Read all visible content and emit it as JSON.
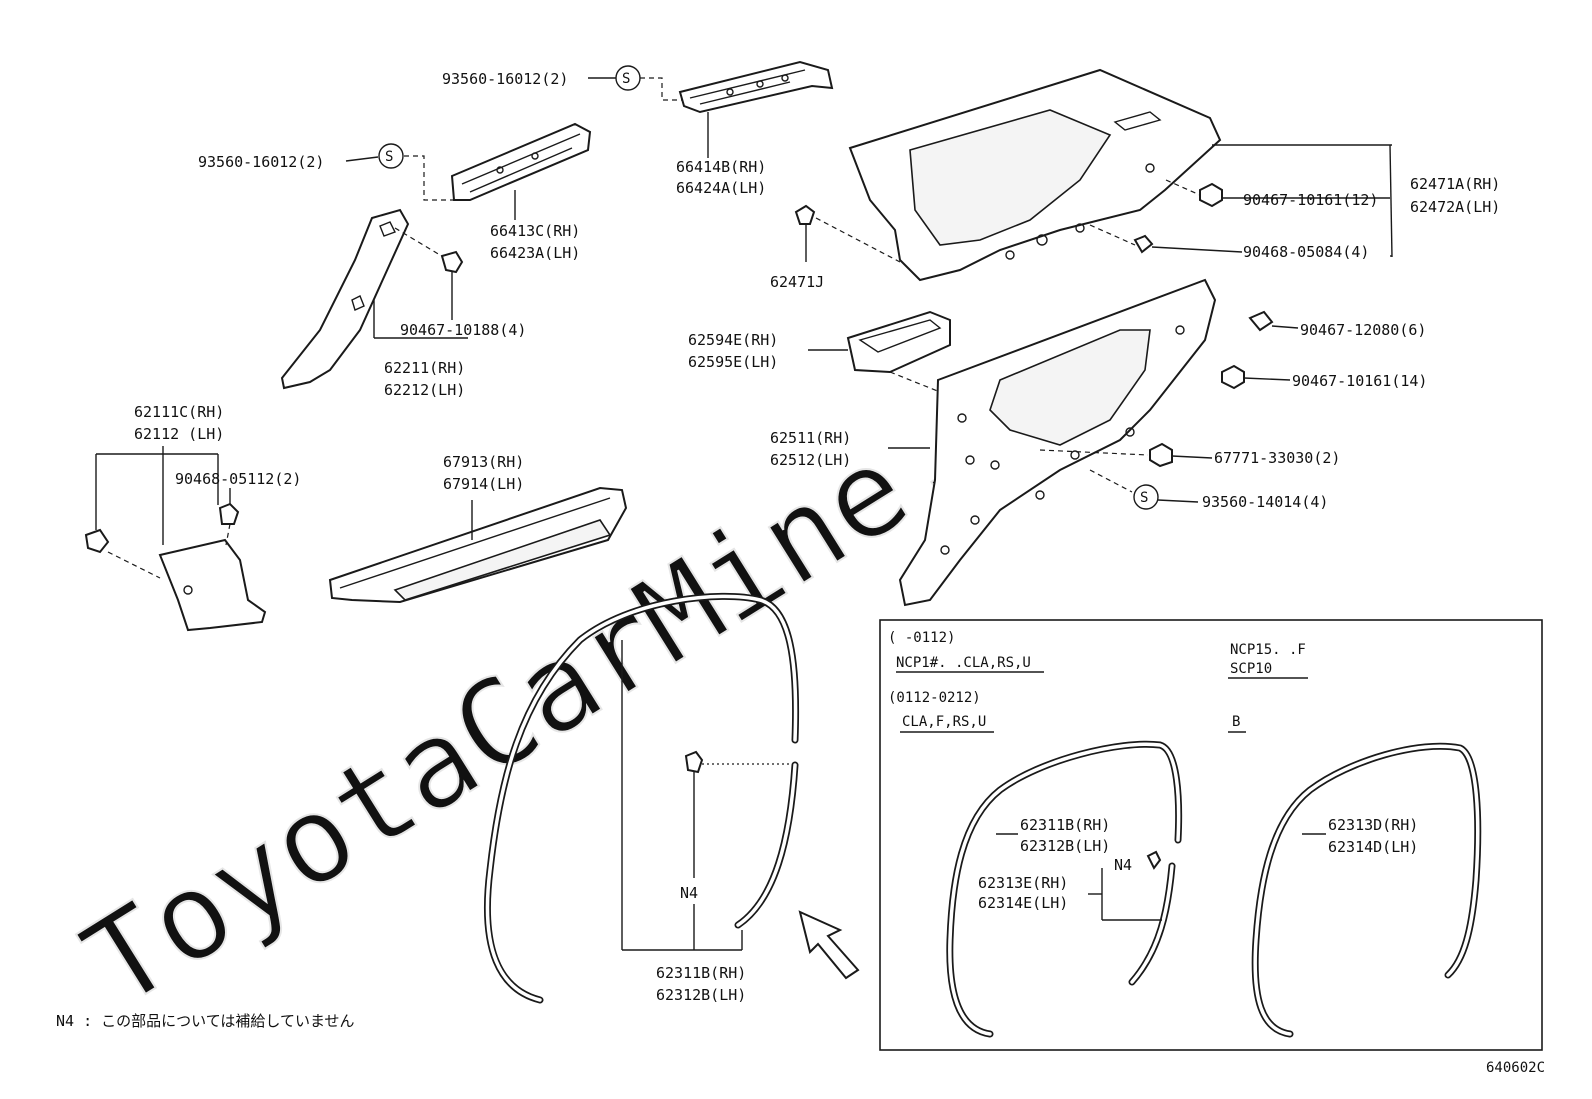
{
  "watermark": "ToyotaCarMine.ru",
  "screw_symbol": "S",
  "footnote": "N4 : この部品については補給していません",
  "figure_code": "640602C",
  "callouts": {
    "c93560_16012_top": "93560-16012(2)",
    "c93560_16012_left": "93560-16012(2)",
    "c66414B": "66414B(RH)",
    "c66424A": "66424A(LH)",
    "c66413C": "66413C(RH)",
    "c66423A": "66423A(LH)",
    "c90467_10161_12": "90467-10161(12)",
    "c62471A": "62471A(RH)",
    "c62472A": "62472A(LH)",
    "c90468_05084": "90468-05084(4)",
    "c62471J": "62471J",
    "c90467_10188": "90467-10188(4)",
    "c62211": "62211(RH)",
    "c62212": "62212(LH)",
    "c62594E": "62594E(RH)",
    "c62595E": "62595E(LH)",
    "c90467_12080": "90467-12080(6)",
    "c90467_10161_14": "90467-10161(14)",
    "c62111C": "62111C(RH)",
    "c62112": "62112  (LH)",
    "c90468_05112": "90468-05112(2)",
    "c67913": "67913(RH)",
    "c67914": "67914(LH)",
    "c62511": "62511(RH)",
    "c62512": "62512(LH)",
    "c67771_33030": "67771-33030(2)",
    "c93560_14014": "93560-14014(4)",
    "c62311B_main": "62311B(RH)",
    "c62312B_main": "62312B(LH)",
    "n4_main": "N4"
  },
  "inset": {
    "left_range_1": "(       -0112)",
    "left_variant_1": "NCP1#. .CLA,RS,U",
    "left_range_2": "(0112-0212)",
    "left_variant_2": "CLA,F,RS,U",
    "right_variant_1a": "NCP15. .F",
    "right_variant_1b": "SCP10",
    "right_variant_2": "B",
    "c62311B": "62311B(RH)",
    "c62312B": "62312B(LH)",
    "n4": "N4",
    "c62313E": "62313E(RH)",
    "c62314E": "62314E(LH)",
    "c62313D": "62313D(RH)",
    "c62314D": "62314D(LH)"
  }
}
